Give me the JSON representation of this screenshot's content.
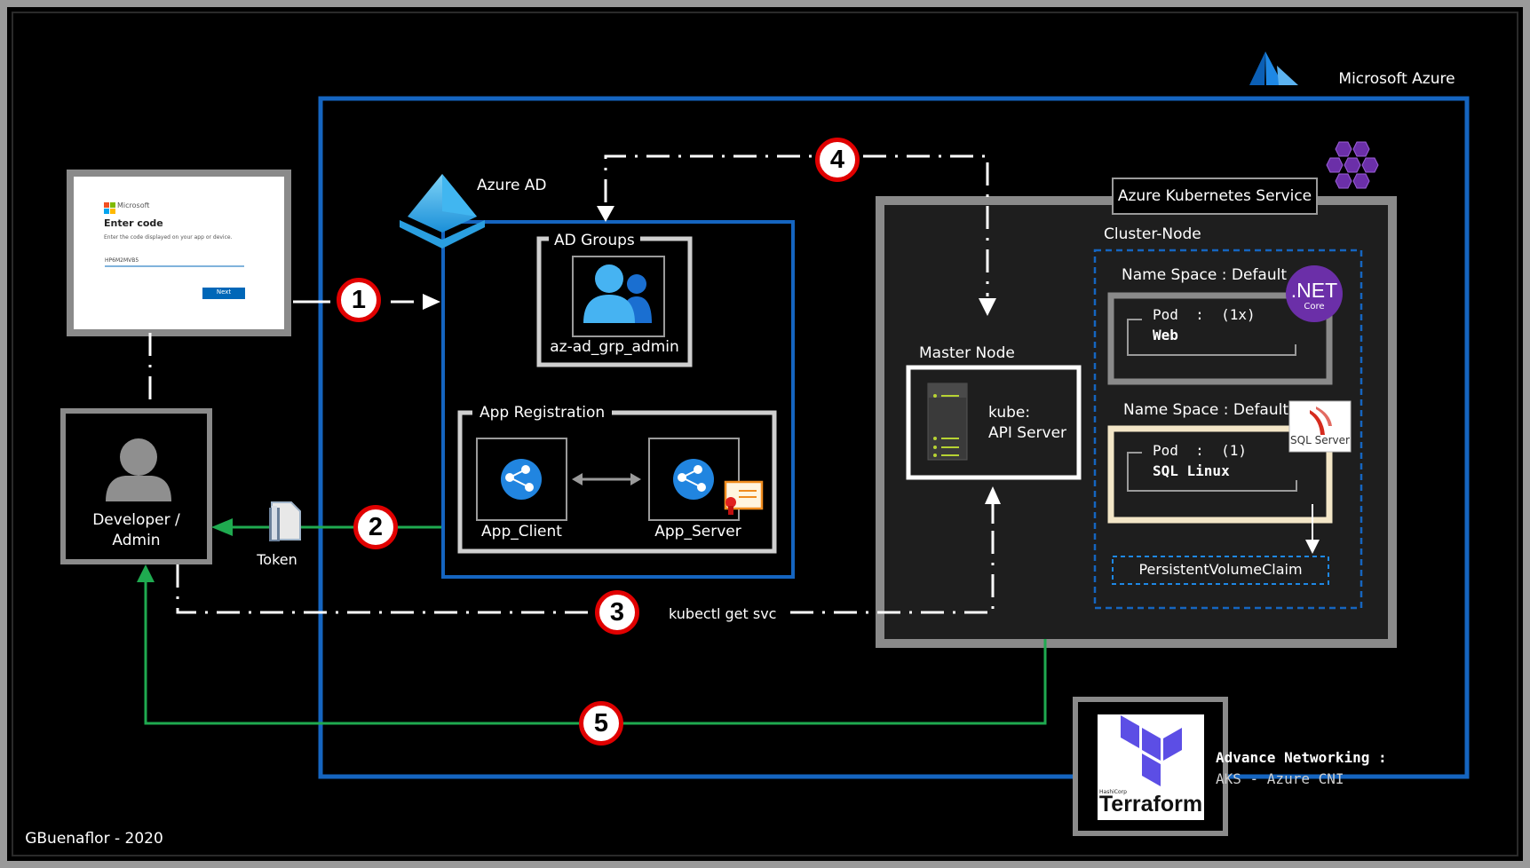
{
  "cloud": {
    "name": "Microsoft Azure"
  },
  "login": {
    "brand": "Microsoft",
    "title": "Enter code",
    "subtitle": "Enter the code displayed on your app or device.",
    "code": "HP6M2MVB5",
    "button": "Next"
  },
  "developer": {
    "label_line1": "Developer /",
    "label_line2": "Admin"
  },
  "token": {
    "label": "Token"
  },
  "azure_ad": {
    "title": "Azure AD",
    "ad_groups": {
      "title": "AD Groups",
      "group_name": "az-ad_grp_admin"
    },
    "app_registration": {
      "title": "App Registration",
      "client": "App_Client",
      "server": "App_Server"
    }
  },
  "aks": {
    "title": "Azure Kubernetes Service",
    "cluster_node": "Cluster-Node",
    "master_node": {
      "title": "Master Node",
      "line1": "kube:",
      "line2": "API Server"
    },
    "namespace_web": {
      "label": "Name Space : Default",
      "pod": "Pod  :  (1x)",
      "name": "Web"
    },
    "namespace_sql": {
      "label": "Name Space : Default",
      "pod": "Pod  :  (1)",
      "name": "SQL Linux"
    },
    "pvc": "PersistentVolumeClaim",
    "dotnet_logo": {
      "main": ".NET",
      "sub": "Core"
    },
    "sql_logo": {
      "text": "SQL Server"
    }
  },
  "steps": {
    "s1": "1",
    "s2": "2",
    "s3": "3",
    "s4": "4",
    "s5": "5",
    "command": "kubectl get svc"
  },
  "terraform": {
    "logo_small": "HashiCorp",
    "logo_text": "Terraform",
    "line1": "Advance Networking :",
    "line2": "AKS - Azure CNI"
  },
  "footer": {
    "credit": "GBuenaflor - 2020"
  },
  "colors": {
    "background": "#000000",
    "frame": "#808080",
    "azure_blue": "#1565c0",
    "step_red": "#e00000",
    "green": "#1faa50",
    "dotnet_purple": "#6b2fa8",
    "terraform_purple": "#5c4ee5"
  }
}
